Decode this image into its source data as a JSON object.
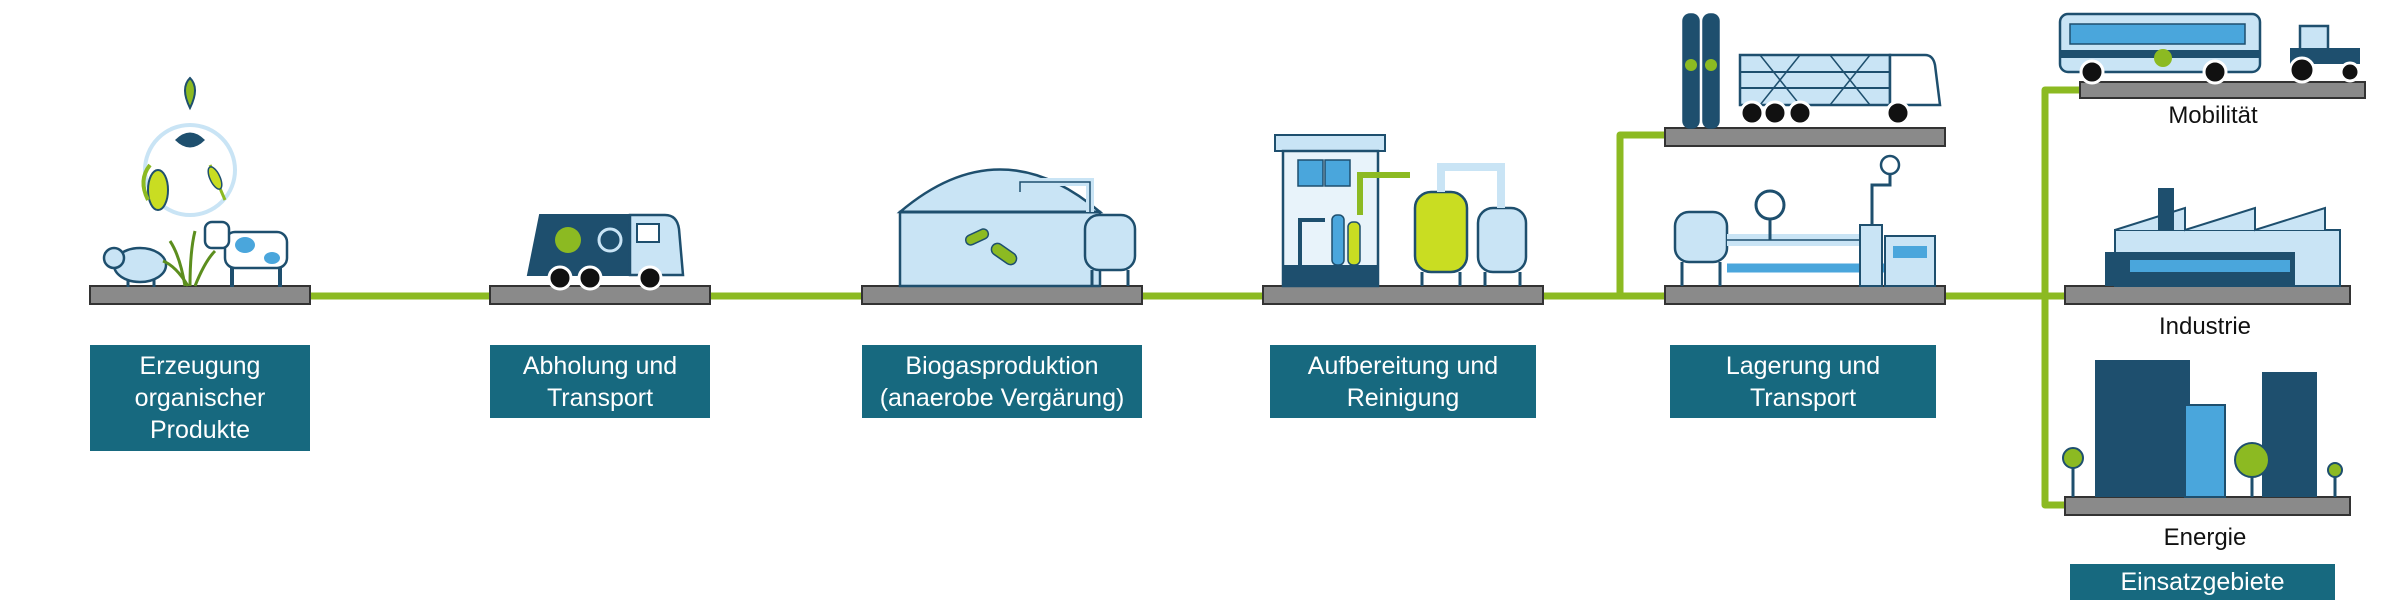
{
  "stages": [
    {
      "id": "erzeugung",
      "label": "Erzeugung\norganischer\nProdukte"
    },
    {
      "id": "abholung",
      "label": "Abholung und\nTransport"
    },
    {
      "id": "biogas",
      "label": "Biogasproduktion\n(anaerobe Vergärung)"
    },
    {
      "id": "aufbereitung",
      "label": "Aufbereitung und\nReinigung"
    },
    {
      "id": "lagerung",
      "label": "Lagerung und\nTransport"
    }
  ],
  "uses": [
    {
      "id": "mobilitaet",
      "label": "Mobilität"
    },
    {
      "id": "industrie",
      "label": "Industrie"
    },
    {
      "id": "energie",
      "label": "Energie"
    }
  ],
  "footer": {
    "label": "Einsatzgebiete"
  },
  "colors": {
    "teal": "#17697f",
    "pipe": "#8cba22",
    "platform": "#8a8a8a",
    "navy": "#1e4f6e",
    "lightblue": "#c9e4f5",
    "midblue": "#4aa6dc",
    "lime": "#c9dd22"
  }
}
